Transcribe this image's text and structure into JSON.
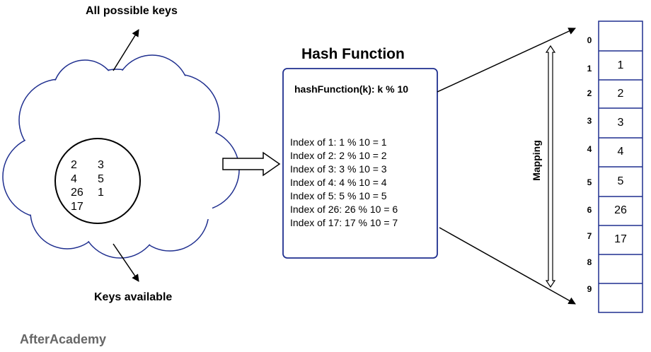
{
  "labels": {
    "all_possible_keys": "All possible keys",
    "keys_available": "Keys available",
    "brand": "AfterAcademy"
  },
  "keys": {
    "rows": [
      [
        "2",
        "3"
      ],
      [
        "4",
        "5"
      ],
      [
        "26",
        "1"
      ],
      [
        "17",
        ""
      ]
    ]
  },
  "hash_function": {
    "title": "Hash Function",
    "formula": "hashFunction(k): k % 10",
    "lines": [
      "Index of 1: 1 % 10 = 1",
      "Index of 2: 2 % 10 = 2",
      "Index of 3: 3 % 10 = 3",
      "Index of 4: 4 % 10 = 4",
      "Index of 5: 5 % 10 = 5",
      "Index of 26: 26 % 10 = 6",
      "Index of 17: 17 % 10 = 7"
    ]
  },
  "mapping_label": "Mapping",
  "table": {
    "indices": [
      "0",
      "1",
      "2",
      "3",
      "4",
      "5",
      "6",
      "7",
      "8",
      "9"
    ],
    "values": [
      "",
      "1",
      "2",
      "3",
      "4",
      "5",
      "26",
      "17",
      "",
      ""
    ]
  },
  "colors": {
    "cloud_stroke": "#1f2f8f",
    "box_stroke": "#1f2f8f",
    "arrow": "#000000",
    "brand": "#666666"
  }
}
